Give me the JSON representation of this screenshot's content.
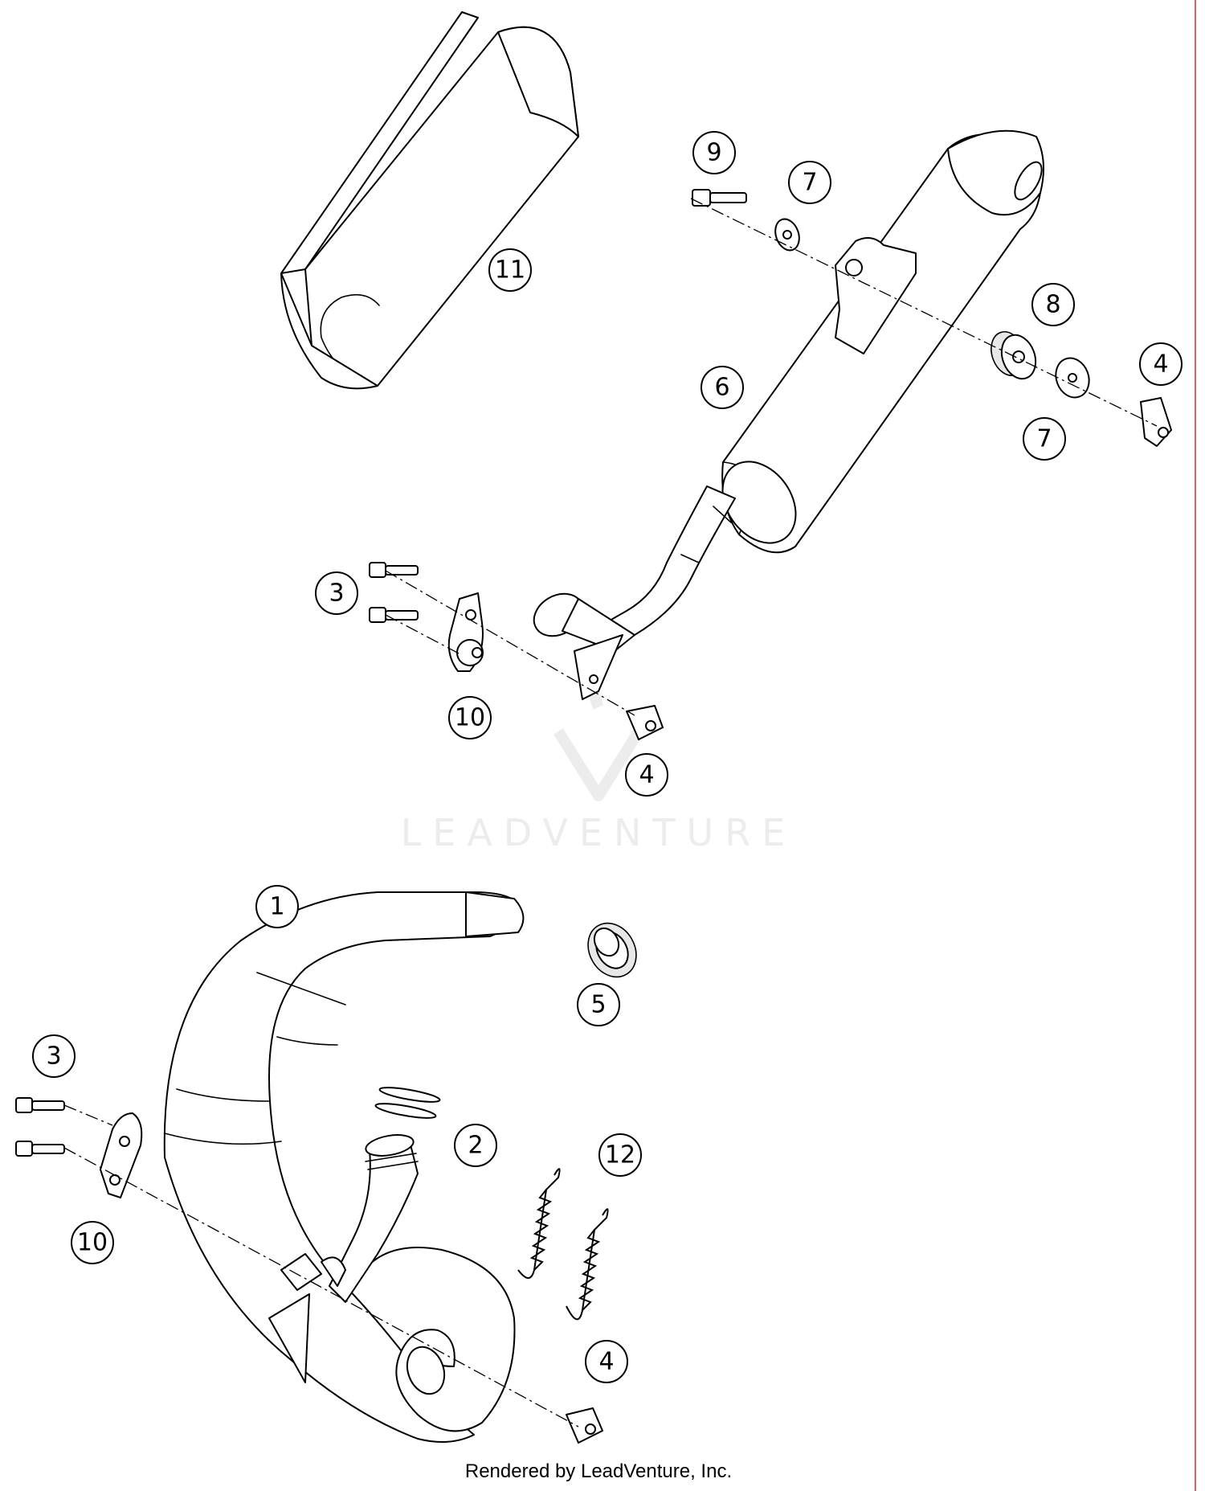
{
  "callouts": {
    "c1": "1",
    "c2": "2",
    "c3a": "3",
    "c3b": "3",
    "c4a": "4",
    "c4b": "4",
    "c4c": "4",
    "c5": "5",
    "c6": "6",
    "c7a": "7",
    "c7b": "7",
    "c8": "8",
    "c9": "9",
    "c10a": "10",
    "c10b": "10",
    "c11": "11",
    "c12": "12"
  },
  "watermark": "LEADVENTURE",
  "footer": "Rendered by LeadVenture, Inc.",
  "colors": {
    "line": "#000000",
    "watermark": "#ececec",
    "right_border": "#e06060"
  }
}
